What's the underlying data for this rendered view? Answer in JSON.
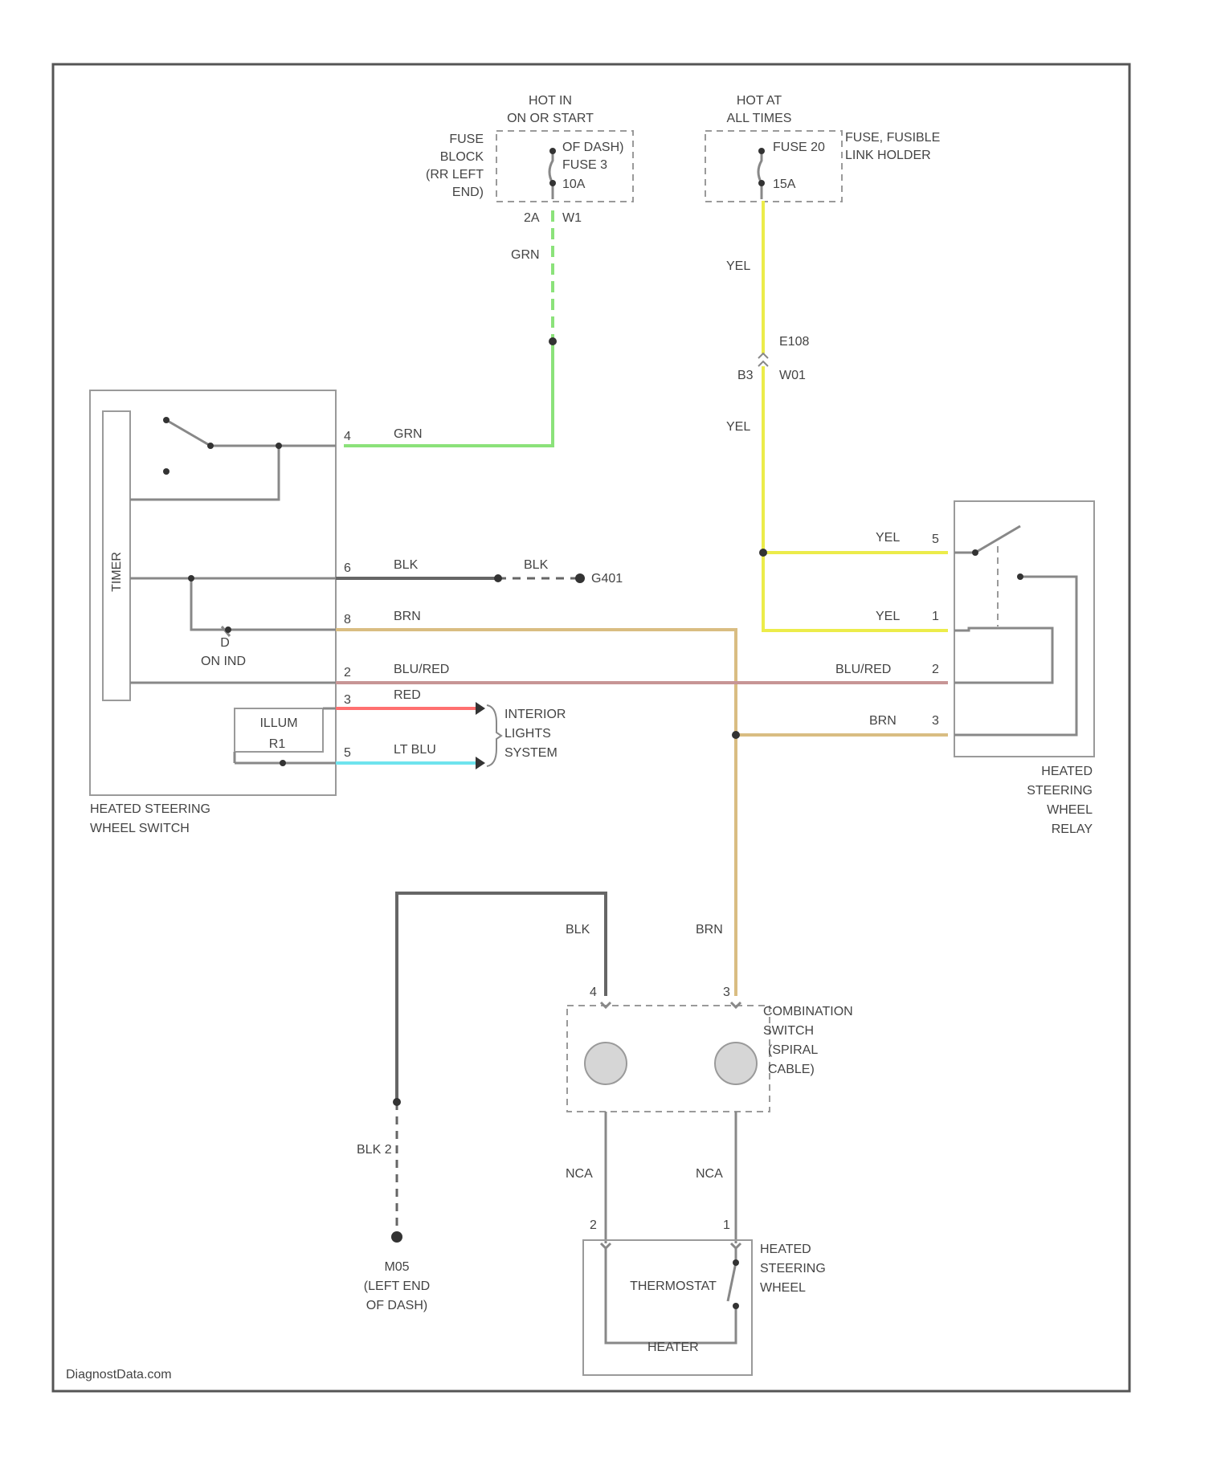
{
  "power": {
    "hot_in_run": [
      "HOT IN",
      "ON OR START"
    ],
    "fuse_block": [
      "FUSE",
      "BLOCK",
      "(RR LEFT",
      "END)"
    ],
    "fuse_3": [
      "OF DASH)",
      "FUSE 3",
      "10A"
    ],
    "pins_fuse3": [
      "2A",
      "W1"
    ],
    "hot_at_all": [
      "HOT AT",
      "ALL TIMES"
    ],
    "fuse_20": [
      "FUSE 20",
      "15A"
    ],
    "fusible_holder": [
      "FUSE, FUSIBLE",
      "LINK HOLDER"
    ],
    "splice_e": [
      "E108",
      "W01"
    ],
    "pin_e": "B3"
  },
  "wires": {
    "grn": "GRN",
    "yel": "YEL",
    "blk": "BLK",
    "brn": "BRN",
    "blu_red": "BLU/RED",
    "red": "RED",
    "lt_blu": "LT BLU",
    "nca": "NCA",
    "blk_2": "BLK 2"
  },
  "colors": {
    "grn": "#8be27a",
    "yel": "#ecec4a",
    "brn": "#d9bd82",
    "blu_red": "#c79595",
    "red": "#ff7070",
    "lt_blu": "#6fe3ee",
    "blk": "#666666",
    "nca": "#888888"
  },
  "switch": {
    "timer": "TIMER",
    "on_ind": "ON IND",
    "illum": "ILLUM",
    "pin_4": "4",
    "pin_6": "6",
    "pin_8": "8",
    "pin_2": "2",
    "pin_3": "3",
    "pin_5": "5",
    "d_label": "D",
    "r1_label": "R1",
    "name": [
      "HEATED STEERING",
      "WHEEL SWITCH"
    ]
  },
  "relay": {
    "pin_5": "5",
    "pin_1": "1",
    "pin_2": "2",
    "pin_3": "3",
    "name": [
      "HEATED",
      "STEERING",
      "WHEEL",
      "RELAY"
    ]
  },
  "ground_g": "G401",
  "interior": [
    "INTERIOR",
    "LIGHTS",
    "SYSTEM"
  ],
  "clockspring": {
    "name": [
      "COMBINATION",
      "SWITCH",
      "(SPIRAL",
      "CABLE)"
    ],
    "pin_l": "4",
    "pin_r": "3"
  },
  "wheel": {
    "thermostat": "THERMOSTAT",
    "name": [
      "HEATED",
      "STEERING",
      "WHEEL"
    ],
    "pin_l": "2",
    "pin_r": "1",
    "heater": "HEATER"
  },
  "ground_main": [
    "M05",
    "(LEFT END",
    "OF DASH)"
  ],
  "watermark": "DiagnostData.com"
}
